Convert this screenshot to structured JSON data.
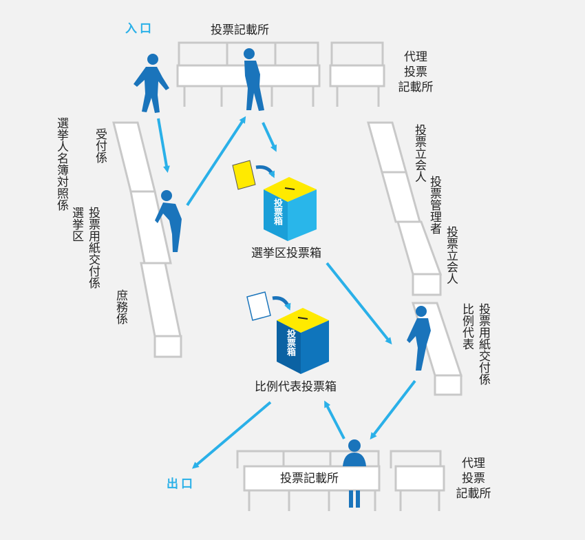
{
  "labels": {
    "entrance": "入口",
    "exit": "出口",
    "booth_top": "投票記載所",
    "proxy_booth_top": "代理\n投票\n記載所",
    "booth_bottom": "投票記載所",
    "proxy_booth_bottom": "代理\n投票\n記載所",
    "reception": "受付係",
    "register_check": "選挙人名簿対照係",
    "district_ballot_issue": "投票用紙交付係",
    "district_label": "選挙区",
    "general_affairs": "庶務係",
    "witness_1": "投票立会人",
    "manager": "投票管理者",
    "witness_2": "投票立会人",
    "pr_ballot_issue": "投票用紙交付係",
    "pr_label": "比例代表",
    "district_box": "選挙区投票箱",
    "pr_box": "比例代表投票箱",
    "box_face_district": "投票箱",
    "box_face_pr": "投票箱"
  },
  "colors": {
    "accent": "#2ab0e8",
    "box_light": "#29b6ea",
    "box_dark": "#0f75bc",
    "lid": "#ffea00",
    "person": "#1a74bb",
    "furniture_stroke": "#c8c8c8"
  }
}
